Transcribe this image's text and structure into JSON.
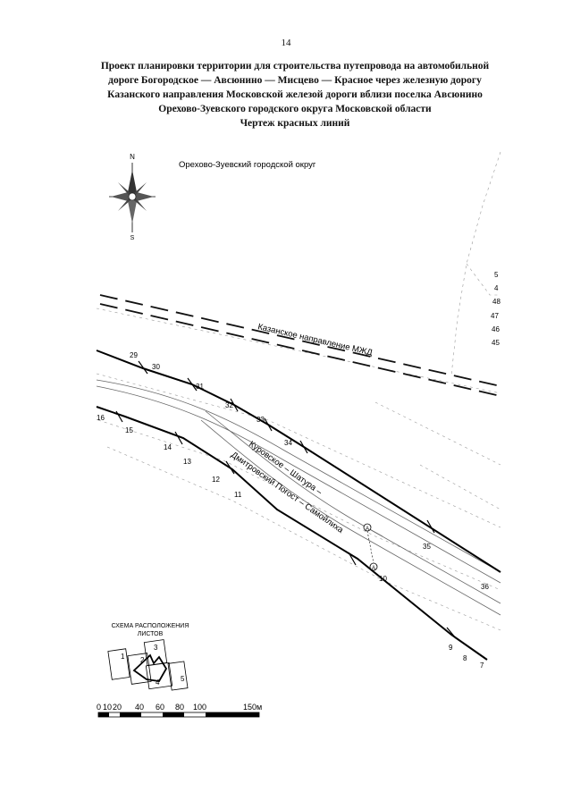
{
  "page": {
    "number": "14"
  },
  "title_lines": [
    "Проект планировки территории для строительства путепровода на автомобильной",
    "дороге Богородское — Авсюнино — Мисцево — Красное через железную дорогу",
    "Казанского направления Московской железой дороги вблизи поселка Авсюнино",
    "Орехово-Зуевского городского округа Московской области",
    "Чертеж красных линий"
  ],
  "map": {
    "district_label": "Орехово-Зуевский городской округ",
    "railway_label": "Казанское направление МЖД",
    "road_label_1": "Куровское – Шатура –",
    "road_label_2": "Дмитровский Погост – Самойлиха",
    "compass": {
      "north": "N",
      "south": "S"
    },
    "edge_labels": [
      "5",
      "4",
      "48",
      "47",
      "46",
      "45"
    ],
    "section_marker": "A",
    "upper_line_points": [
      {
        "label": "29"
      },
      {
        "label": "30"
      },
      {
        "label": "31"
      },
      {
        "label": "32"
      },
      {
        "label": "33"
      },
      {
        "label": "34"
      },
      {
        "label": "35"
      },
      {
        "label": "36"
      }
    ],
    "lower_line_points": [
      {
        "label": "16"
      },
      {
        "label": "15"
      },
      {
        "label": "14"
      },
      {
        "label": "13"
      },
      {
        "label": "12"
      },
      {
        "label": "11"
      },
      {
        "label": "10"
      },
      {
        "label": "9"
      },
      {
        "label": "8"
      },
      {
        "label": "7"
      }
    ]
  },
  "sheet_scheme": {
    "title_line1": "СХЕМА РАСПОЛОЖЕНИЯ",
    "title_line2": "ЛИСТОВ",
    "sheets": [
      "1",
      "2",
      "3",
      "4",
      "5"
    ]
  },
  "scale_bar": {
    "labels": [
      "0",
      "10",
      "20",
      "40",
      "60",
      "80",
      "100",
      "150м"
    ]
  }
}
